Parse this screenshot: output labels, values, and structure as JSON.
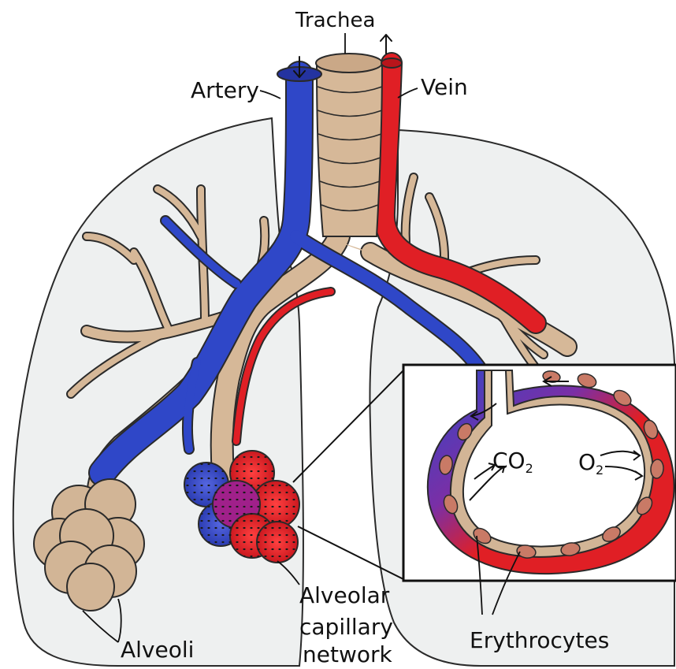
{
  "labels": {
    "trachea": "Trachea",
    "artery": "Artery",
    "vein": "Vein",
    "alveoli": "Alveoli",
    "network_line1": "Alveolar",
    "network_line2": "capillary",
    "network_line3": "network",
    "erythrocytes": "Erythrocytes",
    "co2": "CO",
    "co2_sub": "2",
    "o2": "O",
    "o2_sub": "2"
  },
  "colors": {
    "lung_fill": "#eef0f0",
    "lung_stroke": "#2a2a2a",
    "airway": "#d6b898",
    "airway_dark": "#b8977a",
    "artery": "#2f47c8",
    "vein": "#e01f25",
    "erythrocyte": "#c97a66",
    "alveolus": "#d2b596"
  }
}
